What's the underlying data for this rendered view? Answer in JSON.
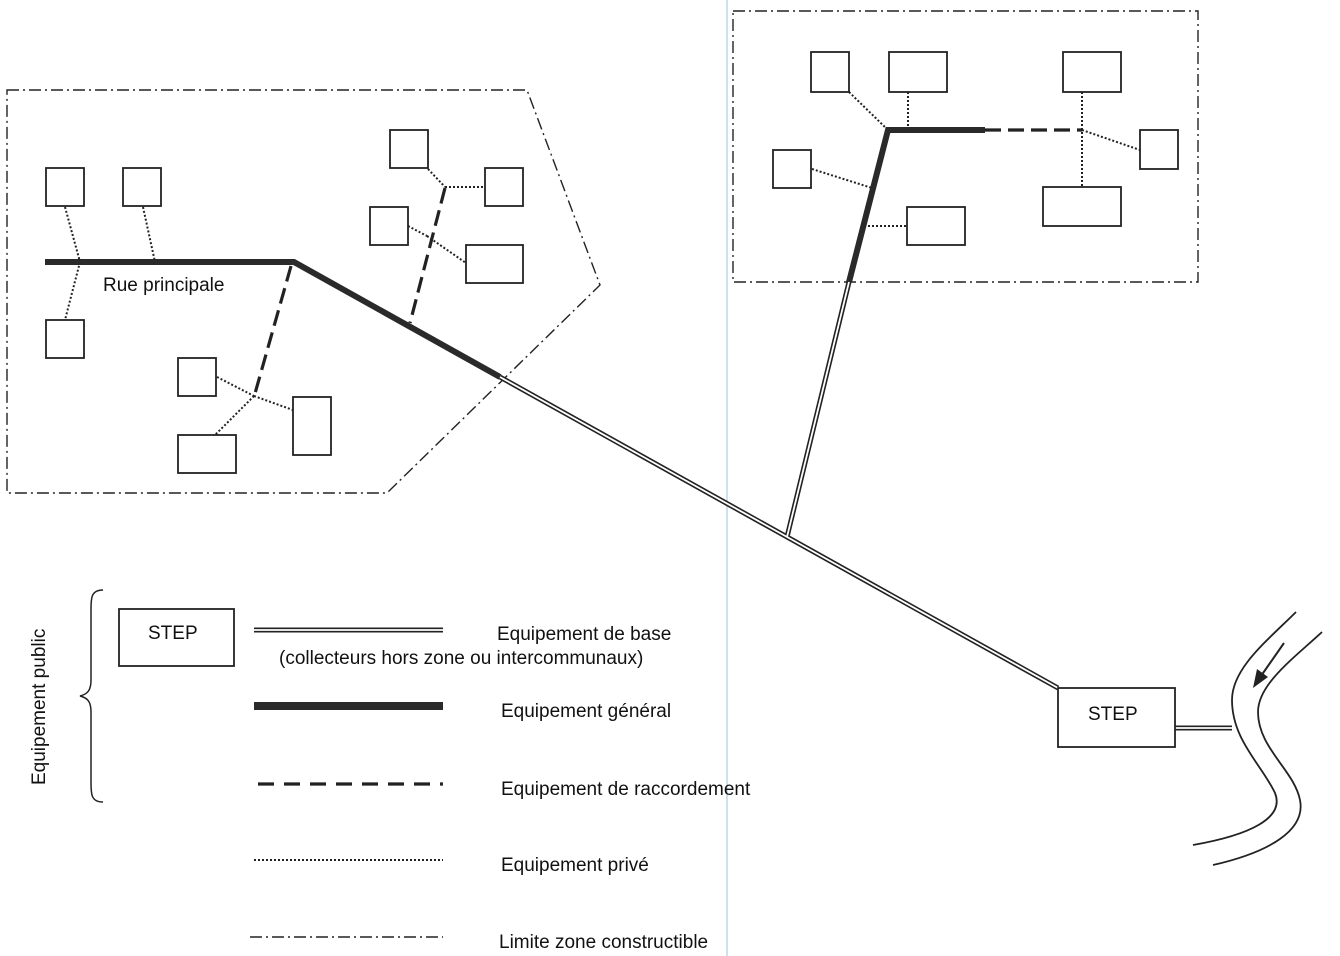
{
  "diagram": {
    "street_label": "Rue principale",
    "step_label": "STEP",
    "legend_group_label": "Equipement public",
    "legend": {
      "step_label": "STEP",
      "base_line1": "Equipement de base",
      "base_line2": "(collecteurs hors zone ou intercommunaux)",
      "general": "Equipement général",
      "connection": "Equipement de raccordement",
      "private": "Equipement privé",
      "zone_limit": "Limite zone constructible"
    }
  }
}
